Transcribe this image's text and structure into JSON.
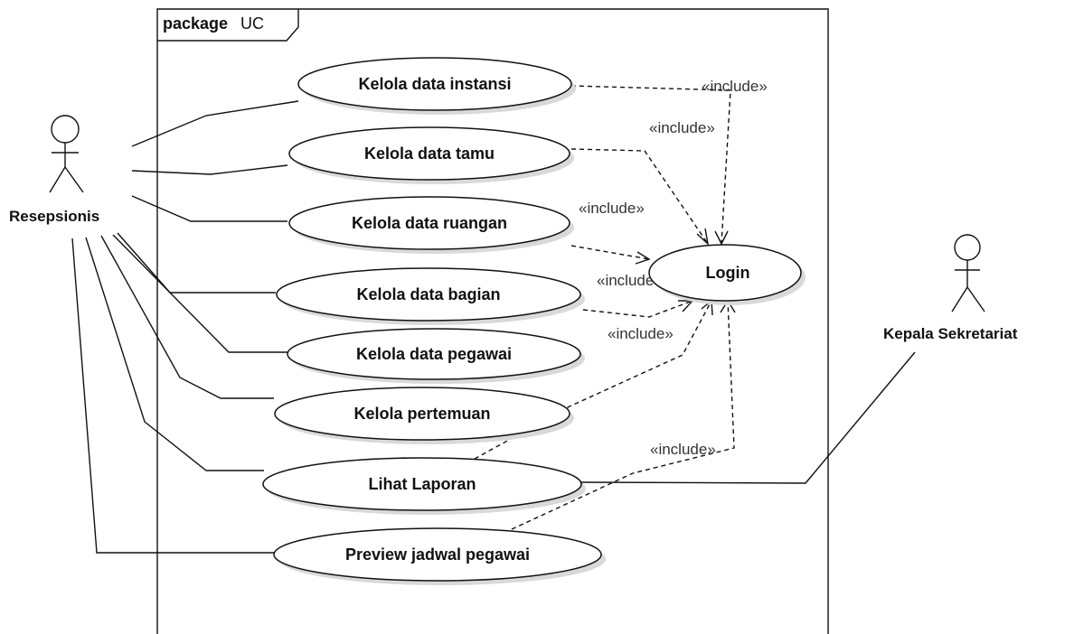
{
  "package": {
    "keyword": "package",
    "name": "UC"
  },
  "actors": {
    "resepsionis": "Resepsionis",
    "kepala": "Kepala Sekretariat"
  },
  "usecases": {
    "instansi": "Kelola data instansi",
    "tamu": "Kelola data tamu",
    "ruangan": "Kelola data ruangan",
    "bagian": "Kelola data bagian",
    "pegawai": "Kelola data pegawai",
    "pertemuan": "Kelola pertemuan",
    "laporan": "Lihat Laporan",
    "preview": "Preview jadwal pegawai",
    "login": "Login"
  },
  "stereotype": "«include»"
}
